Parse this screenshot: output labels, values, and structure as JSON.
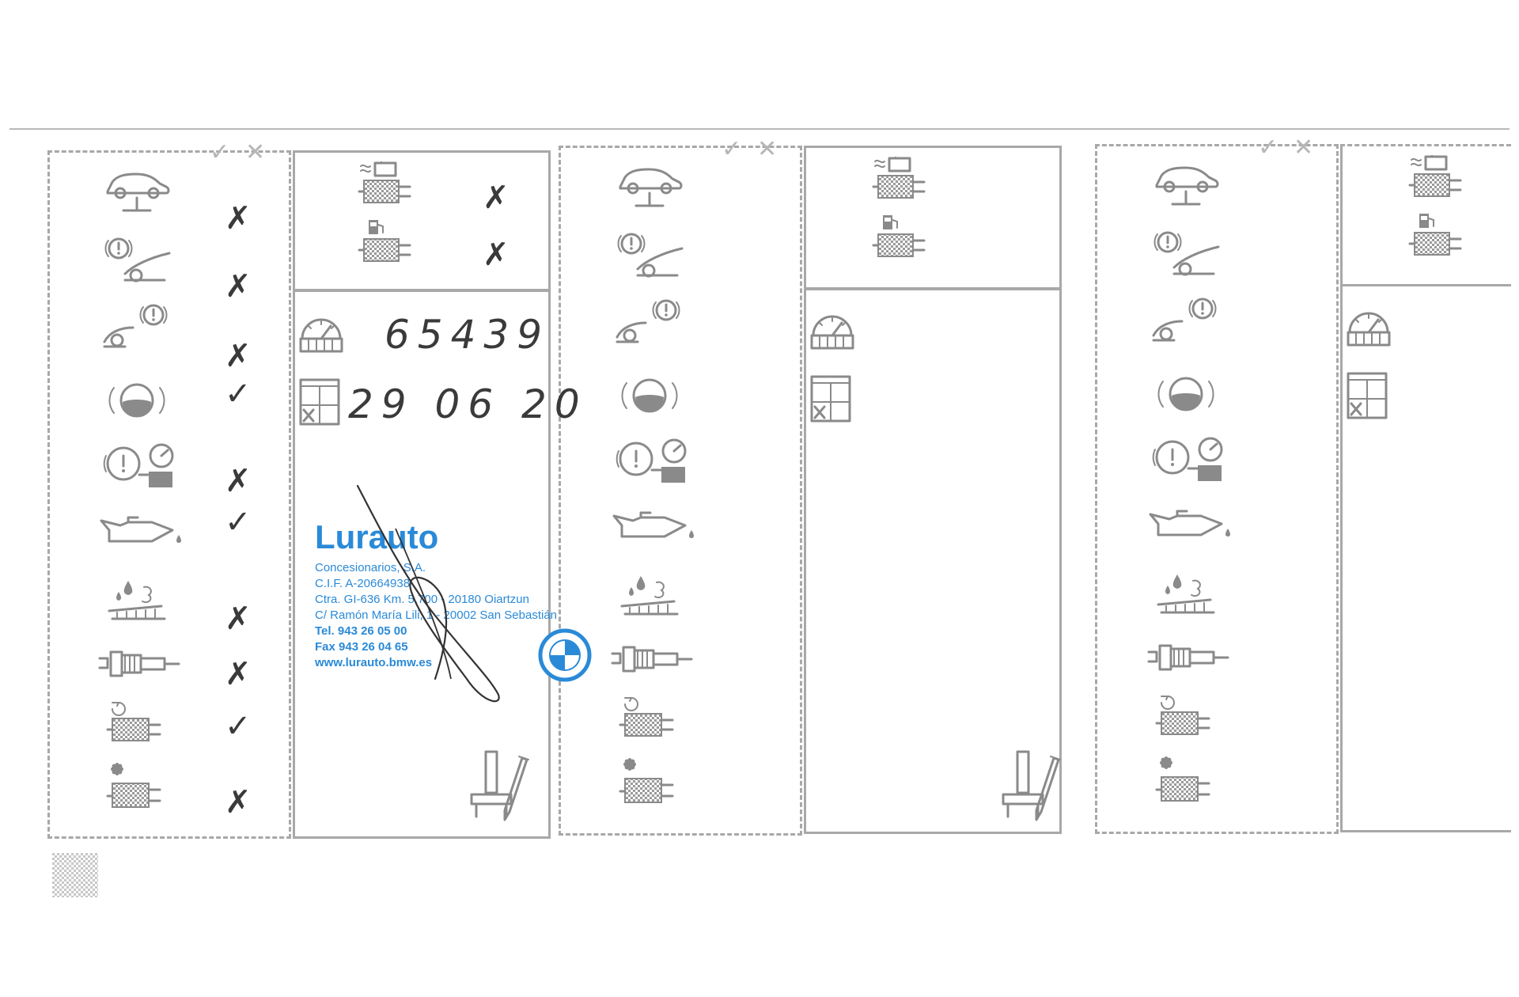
{
  "check_header": {
    "ok": "✓",
    "fail": "✕"
  },
  "panels": [
    {
      "id": "panel-1",
      "marks": [
        "✗",
        "✗",
        "✗",
        "✓",
        "✗",
        "✓",
        "✗",
        "✗",
        "✓",
        "✗"
      ],
      "top_marks": [
        "✗",
        "✗"
      ],
      "odometer": "65439",
      "date": "29  06  20"
    },
    {
      "id": "panel-2",
      "marks": [],
      "top_marks": [],
      "odometer": "",
      "date": ""
    },
    {
      "id": "panel-3",
      "marks": [],
      "top_marks": [],
      "odometer": "",
      "date": ""
    }
  ],
  "stamp": {
    "name": "Lurauto",
    "lines": [
      "Concesionarios, S.A.",
      "C.I.F. A-20664938",
      "Ctra. GI-636 Km. 5,700 - 20180 Oiartzun",
      "C/ Ramón María Lili, 1 - 20002 San Sebastián",
      "Tel. 943 26 05 00",
      "Fax 943 26 04 65",
      "www.lurauto.bmw.es"
    ],
    "logo_letters": "BMW"
  },
  "colors": {
    "stamp": "#2a8ad8",
    "border": "#a8a8a8",
    "icon": "#8a8a8a",
    "ink": "#3a3a3a"
  }
}
